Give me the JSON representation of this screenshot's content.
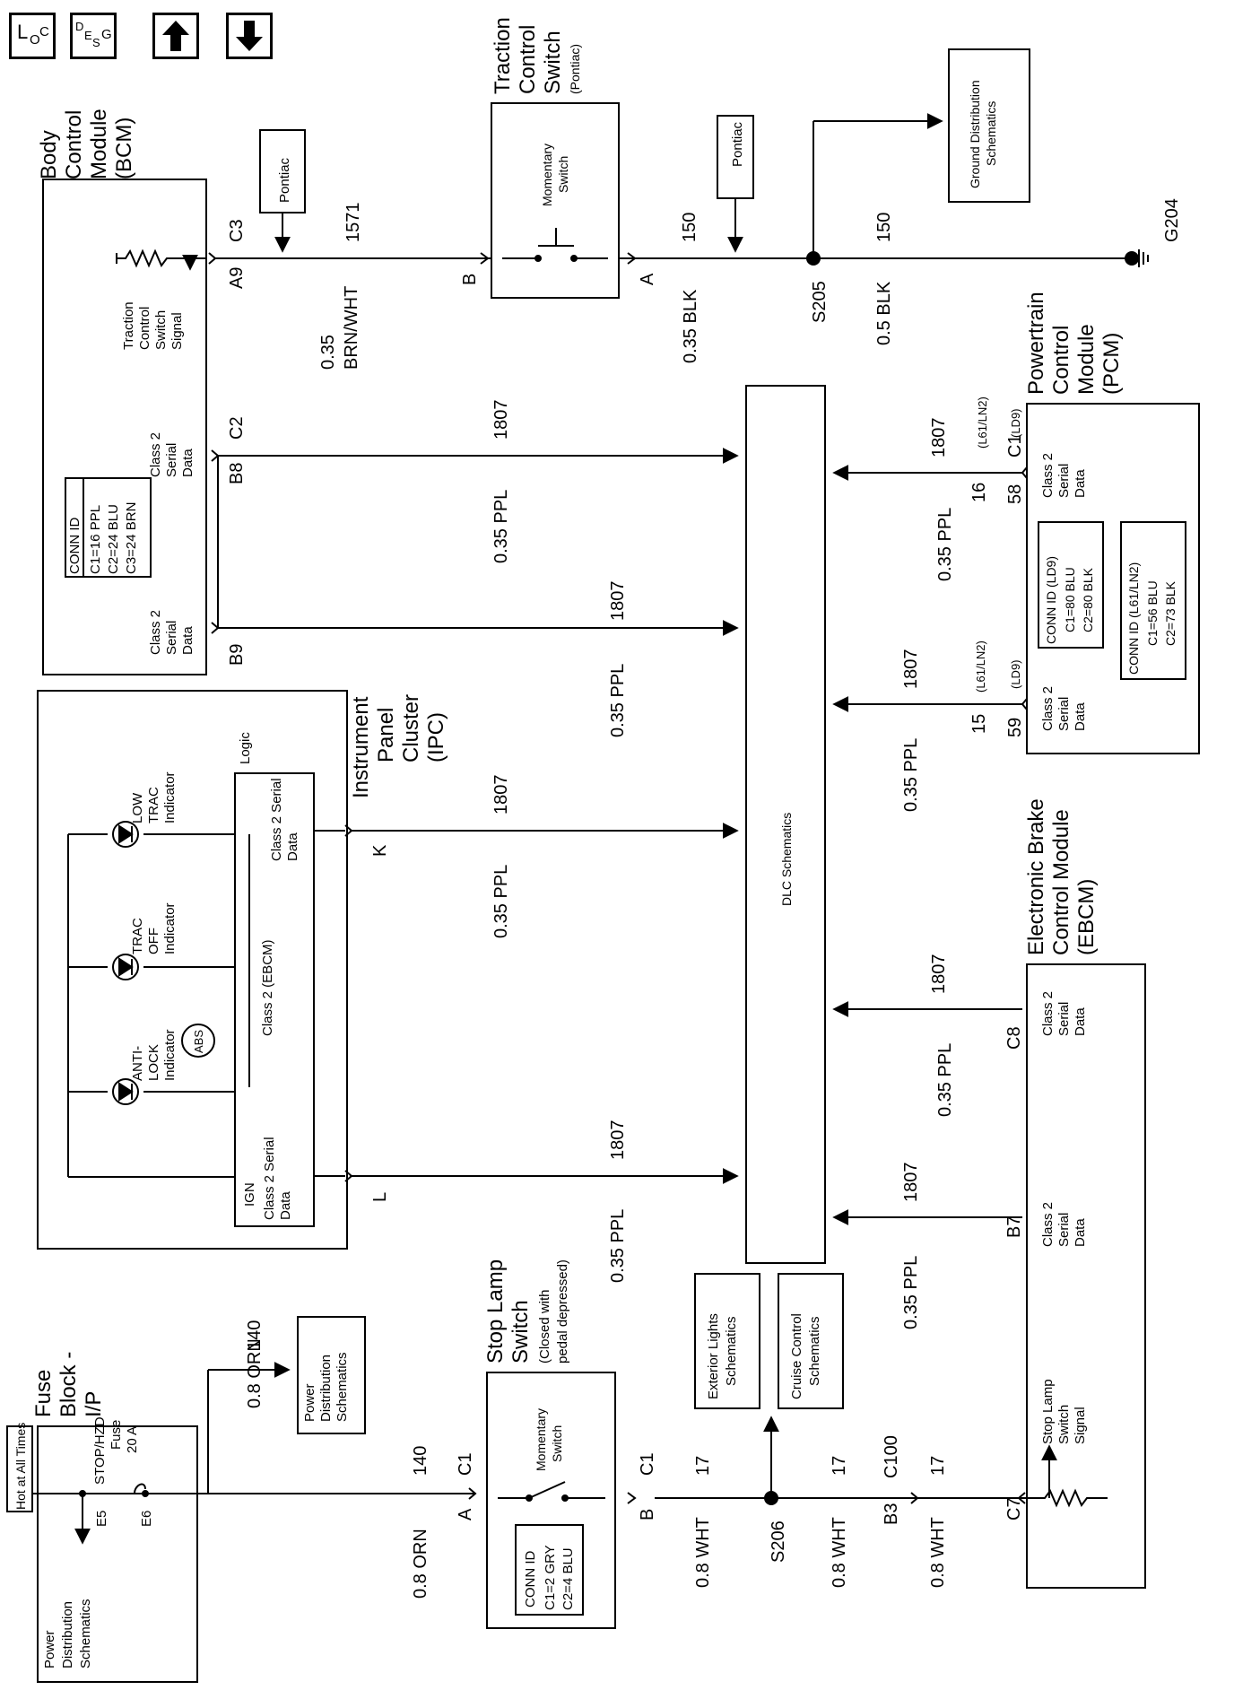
{
  "nav": {
    "loc_letters": [
      "L",
      "O",
      "C"
    ],
    "desg_letters": [
      "D",
      "E",
      "S",
      "G"
    ],
    "up_icon": "up-arrow-icon",
    "down_icon": "down-arrow-icon"
  },
  "bcm": {
    "title": [
      "Body",
      "Control",
      "Module",
      "(BCM)"
    ],
    "tcs_signal": [
      "Traction",
      "Control",
      "Switch",
      "Signal"
    ],
    "serial_c2": [
      "Class 2",
      "Serial",
      "Data"
    ],
    "serial_b9": [
      "Class 2",
      "Serial",
      "Data"
    ],
    "conn_id": [
      "CONN ID",
      "C1=16 PPL",
      "C2=24 BLU",
      "C3=24 BRN"
    ],
    "conn_c3": "C3",
    "pin_a9": "A9",
    "conn_c2": "C2",
    "pin_b8": "B8",
    "pin_b9": "B9"
  },
  "tcs_wire": {
    "pontiac": "Pontiac",
    "circuit": "1571",
    "wire": [
      "0.35",
      "BRN/WHT"
    ],
    "pin_b": "B",
    "pin_a": "A"
  },
  "traction_switch": {
    "title": [
      "Traction",
      "Control",
      "Switch"
    ],
    "sub": "(Pontiac)",
    "inner": [
      "Momentary",
      "Switch"
    ]
  },
  "ground": {
    "pontiac": "Pontiac",
    "circuit_1": "150",
    "wire_1": "0.35 BLK",
    "splice": "S205",
    "circuit_2": "150",
    "wire_2": "0.5 BLK",
    "ground_id": "G204",
    "dist": [
      "Ground Distribution",
      "Schematics"
    ]
  },
  "serial": {
    "c2_circuit": "1807",
    "c2_wire": "0.35 PPL",
    "b9_circuit": "1807",
    "b9_wire": "0.35 PPL",
    "k_circuit": "1807",
    "k_wire": "0.35 PPL",
    "l_circuit": "1807",
    "l_wire": "0.35 PPL",
    "pcm1_circuit": "1807",
    "pcm1_wire": "0.35 PPL",
    "pcm2_circuit": "1807",
    "pcm2_wire": "0.35 PPL",
    "ebcm1_circuit": "1807",
    "ebcm1_wire": "0.35 PPL",
    "ebcm2_circuit": "1807",
    "ebcm2_wire": "0.35 PPL"
  },
  "dlc": {
    "label": "DLC Schematics"
  },
  "pcm": {
    "title": [
      "Powertrain",
      "Control",
      "Module",
      "(PCM)"
    ],
    "c1": "C1",
    "ld9": "(LD9)",
    "l61": "(L61/LN2)",
    "pin_16": "16",
    "pin_58": "58",
    "pin_15": "15",
    "pin_59": "59",
    "l61_b": "(L61/LN2)",
    "ld9_b": "(LD9)",
    "serial_top": [
      "Class 2",
      "Serial",
      "Data"
    ],
    "serial_bottom": [
      "Class 2",
      "Serial",
      "Data"
    ],
    "conn_ld9": [
      "CONN ID (LD9)",
      "C1=80 BLU",
      "C2=80 BLK"
    ],
    "conn_l61": [
      "CONN ID (L61/LN2)",
      "C1=56 BLU",
      "C2=73 BLK"
    ]
  },
  "ipc": {
    "title": [
      "Instrument",
      "Panel",
      "Cluster",
      "(IPC)"
    ],
    "logic": "Logic",
    "low_trac": [
      "LOW",
      "TRAC",
      "Indicator"
    ],
    "trac_off": [
      "TRAC",
      "OFF",
      "Indicator"
    ],
    "antilock": [
      "ANTI-",
      "LOCK",
      "Indicator"
    ],
    "abs": "ABS",
    "serial_k": [
      "Class 2 Serial",
      "Data"
    ],
    "ebcm_line": "Class 2 (EBCM)",
    "serial_l": [
      "IGN",
      "Class 2 Serial",
      "Data"
    ],
    "pin_k": "K",
    "pin_l": "L"
  },
  "ebcm": {
    "title": [
      "Electronic Brake",
      "Control Module",
      "(EBCM)"
    ],
    "serial_c8": [
      "Class 2",
      "Serial",
      "Data"
    ],
    "serial_b7": [
      "Class 2",
      "Serial",
      "Data"
    ],
    "stop_signal": [
      "Stop Lamp",
      "Switch",
      "Signal"
    ],
    "pin_c8": "C8",
    "pin_b7": "B7",
    "pin_c7": "C7"
  },
  "fuse": {
    "hot": "Hot at All Times",
    "title": [
      "Fuse",
      "Block -",
      "I/P"
    ],
    "fuse_label": [
      "STOP/HZD",
      "Fuse",
      "20 A"
    ],
    "pin_e5": "E5",
    "pin_e6": "E6",
    "power_dist": [
      "Power",
      "Distribution",
      "Schematics"
    ],
    "power_dist2": [
      "Power",
      "Distribution",
      "Schematics"
    ],
    "wire_140a": "0.8 ORN",
    "circuit_140a": "140",
    "wire_140b": "0.8 ORN",
    "circuit_140b": "140",
    "pin_a": "A",
    "pin_c1": "C1"
  },
  "stop_lamp": {
    "title": [
      "Stop Lamp",
      "Switch"
    ],
    "sub": [
      "(Closed with",
      "pedal depressed)"
    ],
    "inner": [
      "Momentary",
      "Switch"
    ],
    "conn_id": [
      "CONN ID",
      "C1=2 GRY",
      "C2=4 BLU"
    ],
    "pin_c1": "C1",
    "pin_b": "B",
    "circuit_1": "17",
    "wire_1": "0.8 WHT",
    "splice": "S206",
    "circuit_2": "17",
    "wire_2": "0.8 WHT",
    "conn_c100": "C100",
    "pin_b3": "B3",
    "circuit_3": "17",
    "wire_3": "0.8 WHT"
  },
  "lights": {
    "exterior": [
      "Exterior Lights",
      "Schematics"
    ],
    "cruise": [
      "Cruise Control",
      "Schematics"
    ]
  }
}
